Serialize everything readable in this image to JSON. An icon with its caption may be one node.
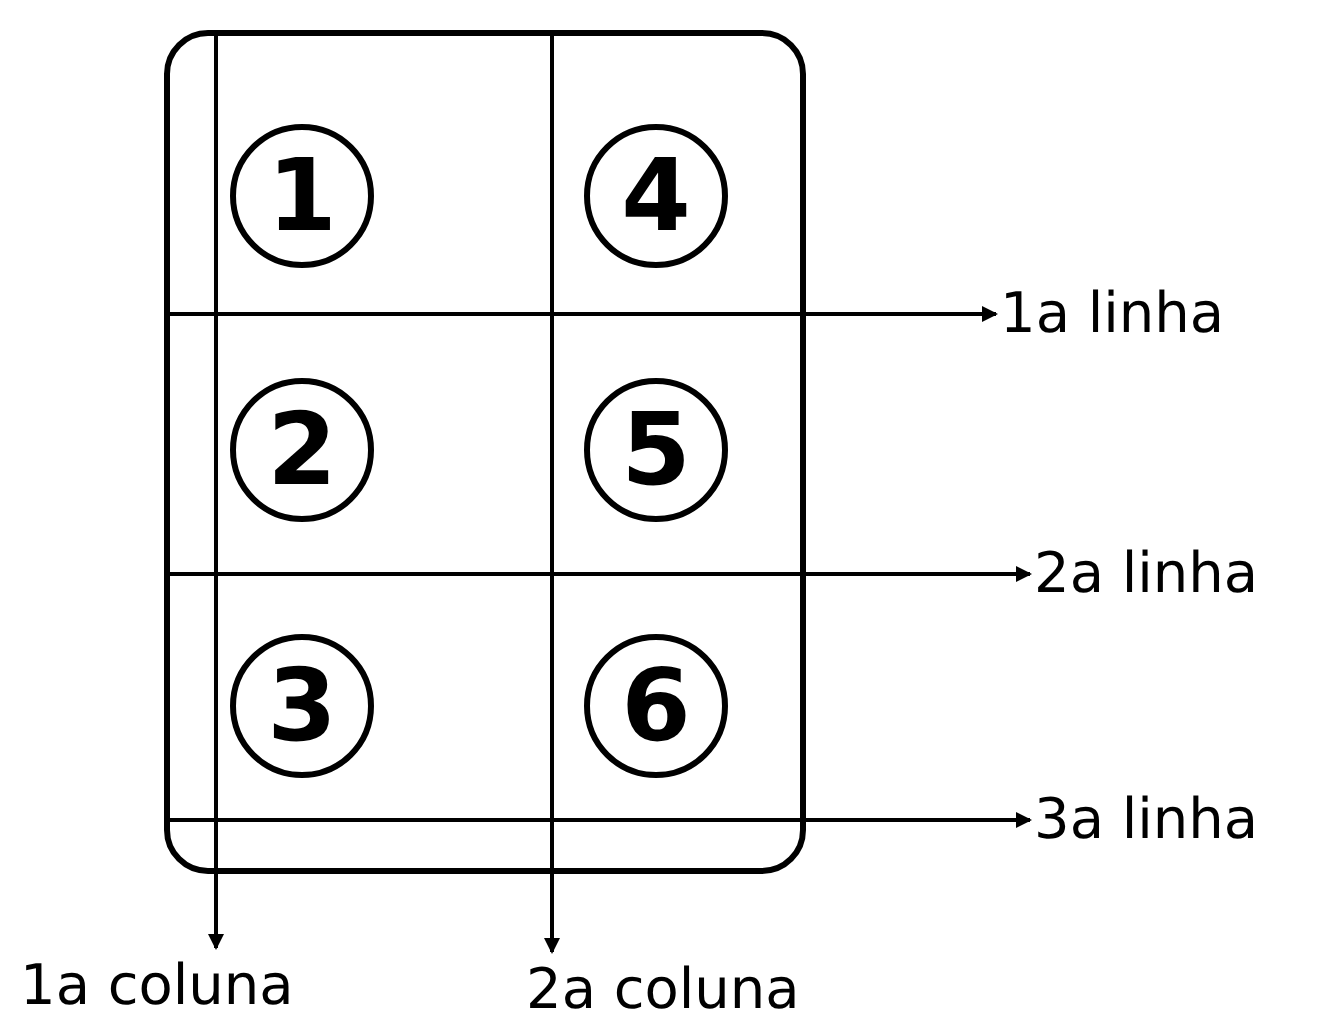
{
  "diagram": {
    "nodes": [
      {
        "text": [],
        "shape": "box"
      },
      {
        "text": [
          "1"
        ],
        "in": 0
      },
      {
        "text": [
          "2"
        ],
        "in": 0
      },
      {
        "text": [
          "3"
        ],
        "in": 0
      },
      {
        "text": [
          "4"
        ],
        "in": 0
      },
      {
        "text": [
          "5"
        ],
        "in": 0
      },
      {
        "text": [
          "6"
        ],
        "in": 0
      },
      {
        "text": [
          "1a linha"
        ]
      },
      {
        "text": [
          "2a linha"
        ]
      },
      {
        "text": [
          "3a linha"
        ]
      },
      {
        "text": [
          "1a coluna"
        ]
      },
      {
        "text": [
          "2a coluna"
        ]
      }
    ],
    "edges": [
      {
        "from": 0,
        "to": 7,
        "arrow": "to"
      },
      {
        "from": 0,
        "to": 8,
        "arrow": "to"
      },
      {
        "from": 0,
        "to": 9,
        "arrow": "to"
      },
      {
        "from": 0,
        "to": 10,
        "arrow": "to"
      },
      {
        "from": 0,
        "to": 11,
        "arrow": "to"
      }
    ]
  }
}
